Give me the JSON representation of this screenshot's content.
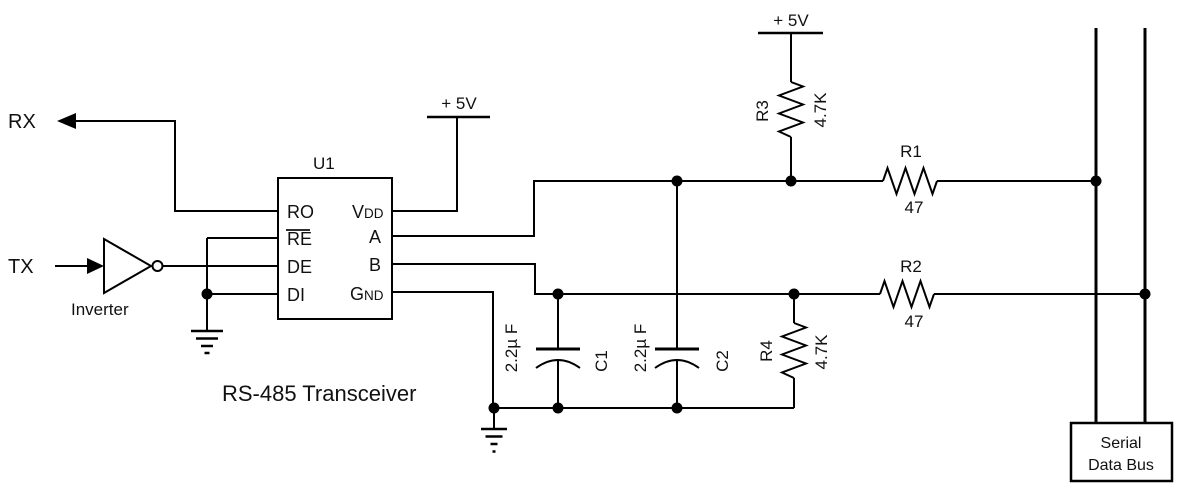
{
  "title": "RS-485 Transceiver",
  "signals": {
    "rx": "RX",
    "tx": "TX"
  },
  "inverter_label": "Inverter",
  "power": {
    "vdd_rail": "+ 5V",
    "r3_rail": "+ 5V"
  },
  "ic": {
    "ref": "U1",
    "pins": {
      "ro": "RO",
      "re": "RE",
      "de": "DE",
      "di": "DI",
      "vdd_main": "V",
      "vdd_sub": "DD",
      "a": "A",
      "b": "B",
      "gnd_main": "G",
      "gnd_sub": "ND"
    }
  },
  "resistors": {
    "r1": {
      "ref": "R1",
      "value": "47"
    },
    "r2": {
      "ref": "R2",
      "value": "47"
    },
    "r3": {
      "ref": "R3",
      "value": "4.7K"
    },
    "r4": {
      "ref": "R4",
      "value": "4.7K"
    }
  },
  "capacitors": {
    "c1": {
      "ref": "C1",
      "value": "2.2µ F"
    },
    "c2": {
      "ref": "C2",
      "value": "2.2µ F"
    }
  },
  "bus_box": {
    "line1": "Serial",
    "line2": "Data Bus"
  },
  "colors": {
    "wire": "#000000",
    "background": "#ffffff",
    "text": "#111111"
  }
}
